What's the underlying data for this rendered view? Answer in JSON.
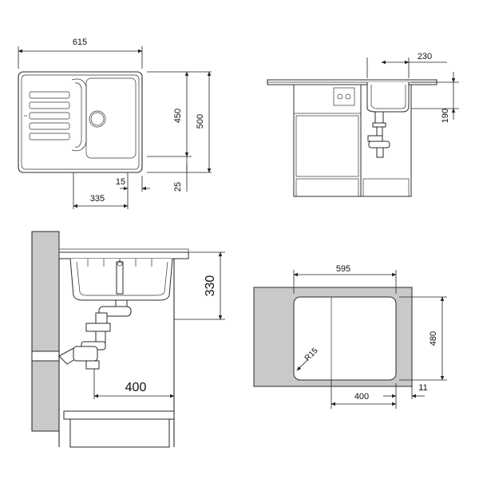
{
  "top_view": {
    "width": "615",
    "height_inner": "450",
    "height_outer": "500",
    "offset_15": "15",
    "offset_25": "25",
    "bowl_width": "335"
  },
  "side_view": {
    "depth_230": "230",
    "depth_190": "190"
  },
  "section_view": {
    "depth_330": "330",
    "cabinet_400": "400"
  },
  "cutout_view": {
    "width_595": "595",
    "height_480": "480",
    "radius": "R15",
    "offset_400": "400",
    "offset_11": "11"
  }
}
